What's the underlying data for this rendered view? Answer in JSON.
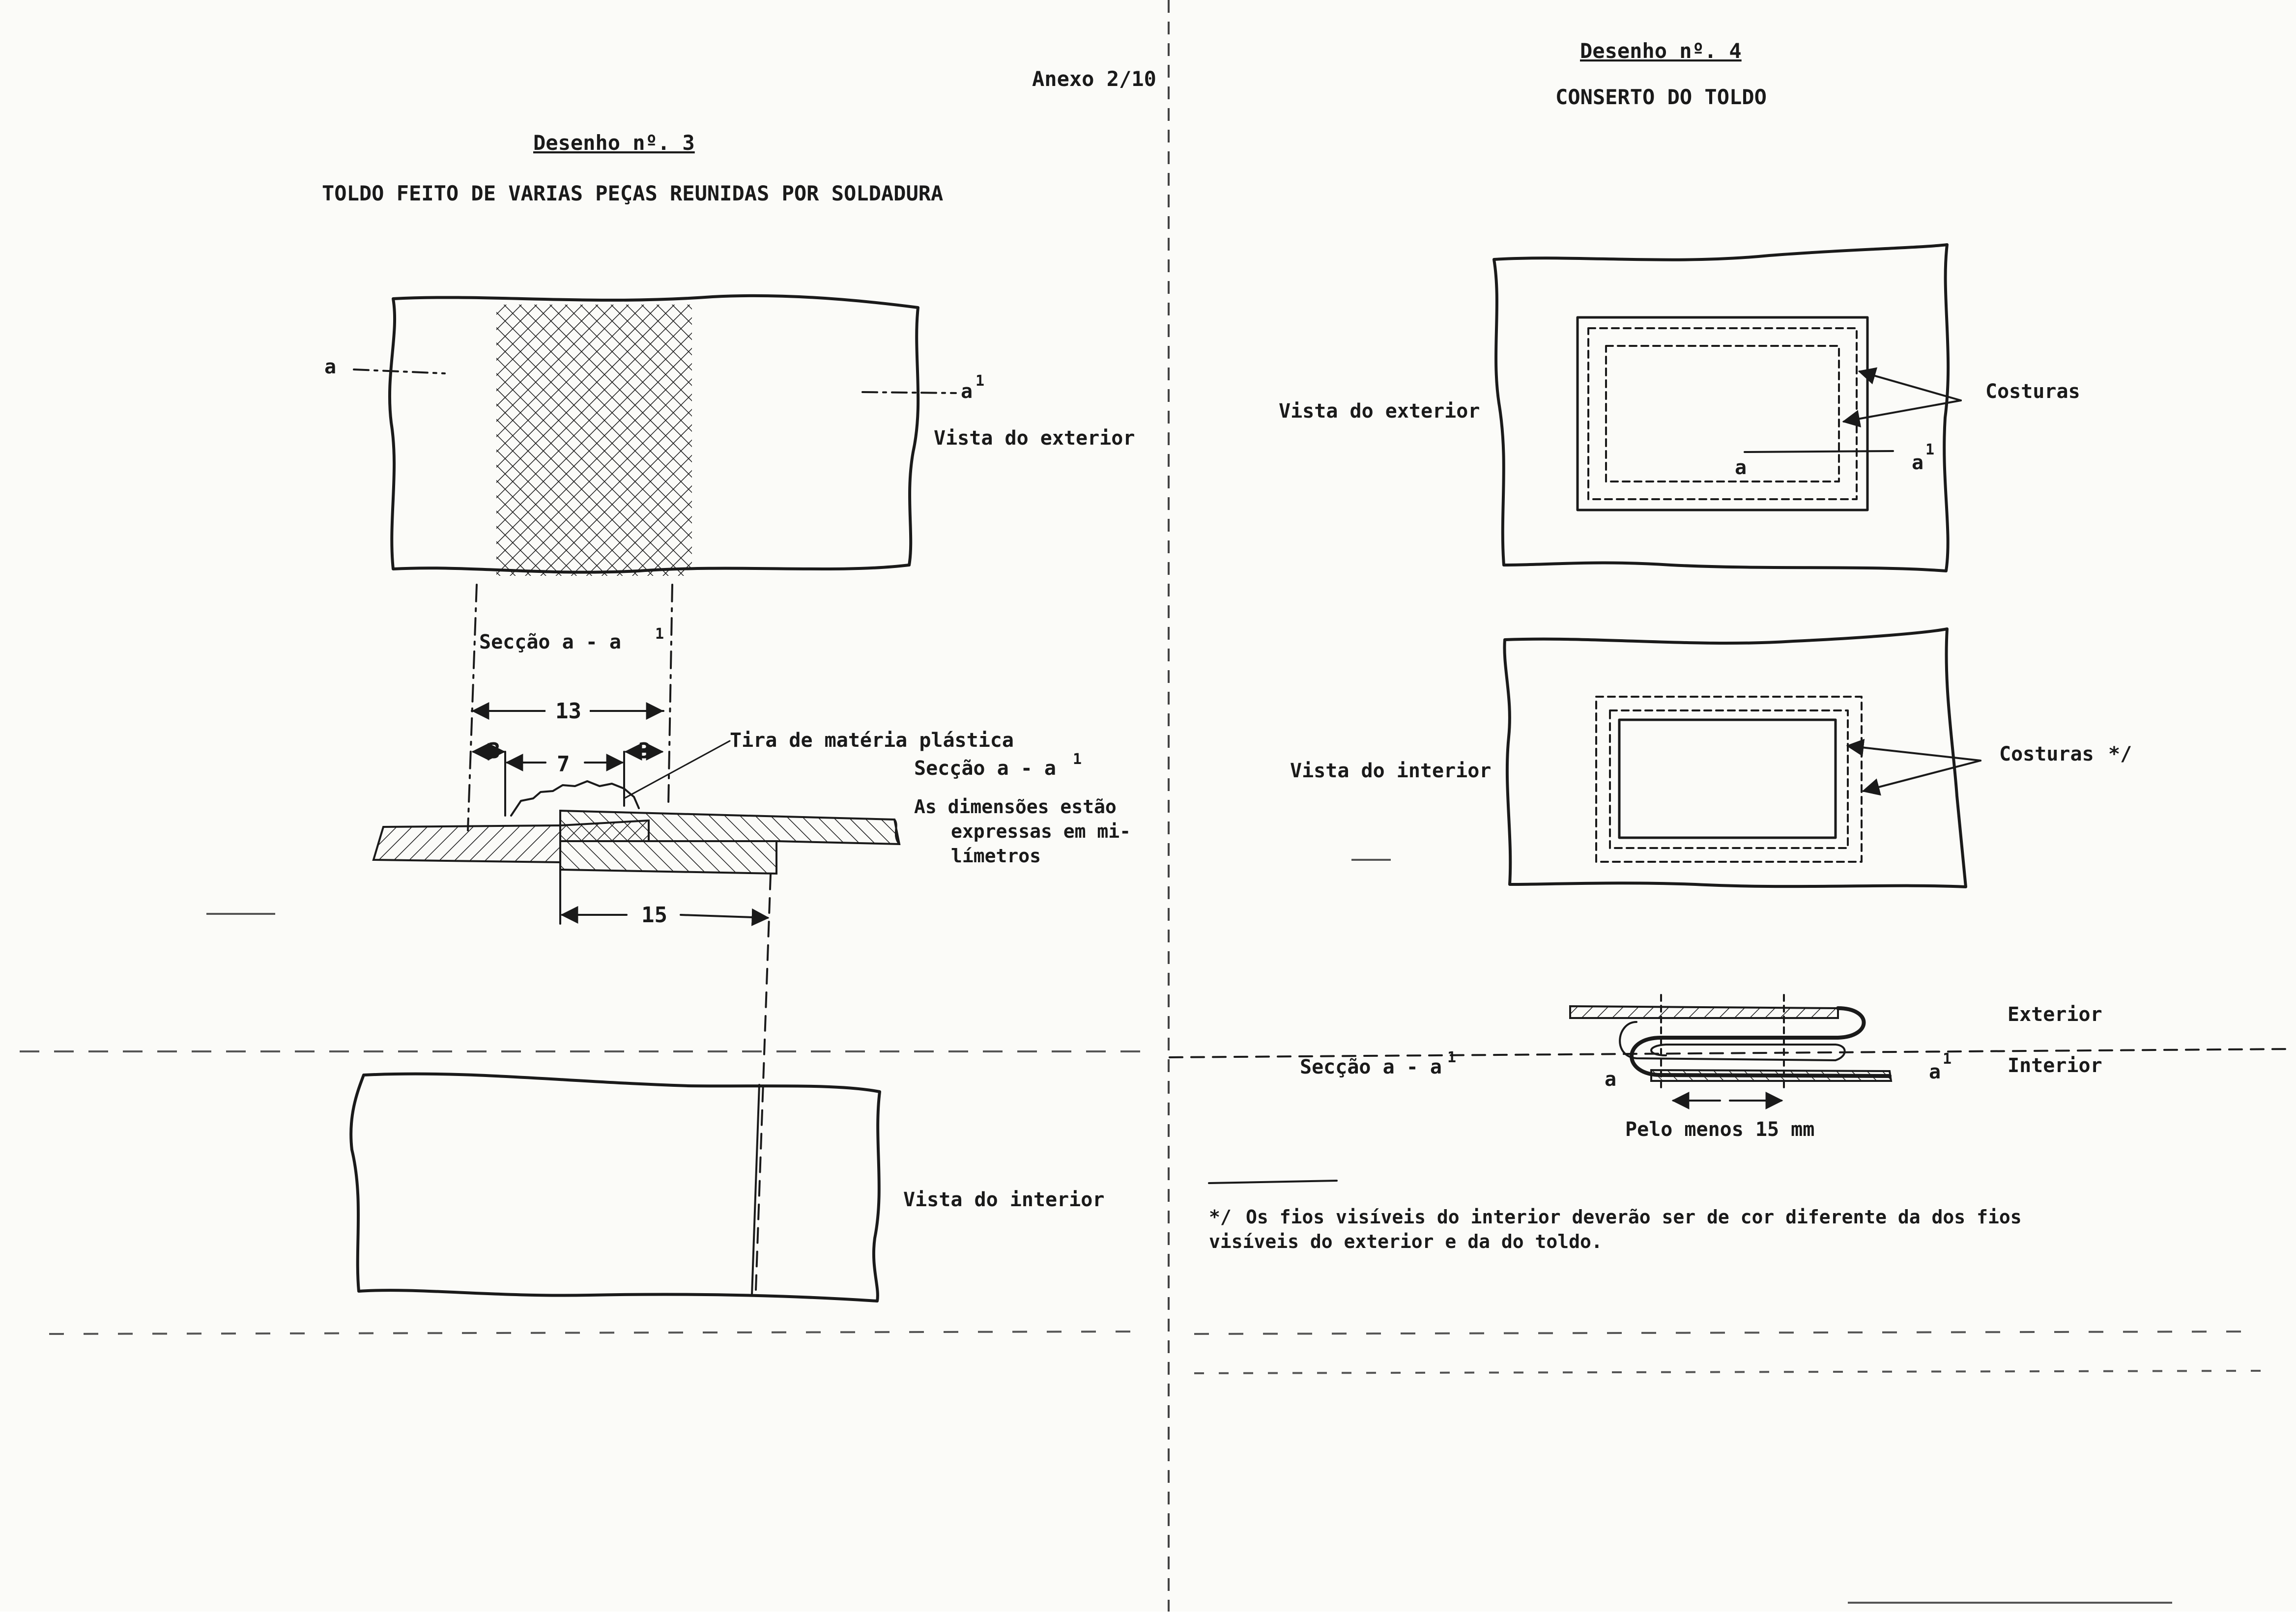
{
  "annex": "Anexo 2/10",
  "drawing3": {
    "number": "Desenho nº. 3",
    "title": "TOLDO FEITO DE VARIAS PEÇAS REUNIDAS POR SOLDADURA",
    "label_a": "a",
    "label_a1": "a",
    "label_a1_sup": "1",
    "exterior_view": "Vista do exterior",
    "section_upper": "Secção a - a",
    "section_upper_sup": "1",
    "section_right": "Secção a - a",
    "section_right_sup": "1",
    "dim_13": "13",
    "dim_3_left": "3",
    "dim_7": "7",
    "dim_3_right": "3",
    "dim_15": "15",
    "plastic_strip": "Tira de matéria plástica",
    "dimensions_note": [
      "As dimensões estão",
      "expressas em mi-",
      "límetros"
    ],
    "interior_view": "Vista do interior"
  },
  "drawing4": {
    "number": "Desenho nº. 4",
    "title": "CONSERTO DO TOLDO",
    "exterior_view": "Vista do exterior",
    "seams": "Costuras",
    "label_a": "a",
    "label_a1": "a",
    "label_a1_sup": "1",
    "interior_view": "Vista do interior",
    "seams_star": "Costuras",
    "seams_star_mark": "*/",
    "exterior": "Exterior",
    "interior": "Interior",
    "section": "Secção a - a",
    "section_sup": "1",
    "sec_label_a": "a",
    "sec_label_a1": "a",
    "sec_label_a1_sup": "1",
    "at_least": "Pelo menos 15 mm",
    "footnote_mark": "*/",
    "footnote_line1": "Os fios visíveis do interior deverão ser de cor diferente da dos fios",
    "footnote_line2": "visíveis do exterior e da do toldo."
  }
}
